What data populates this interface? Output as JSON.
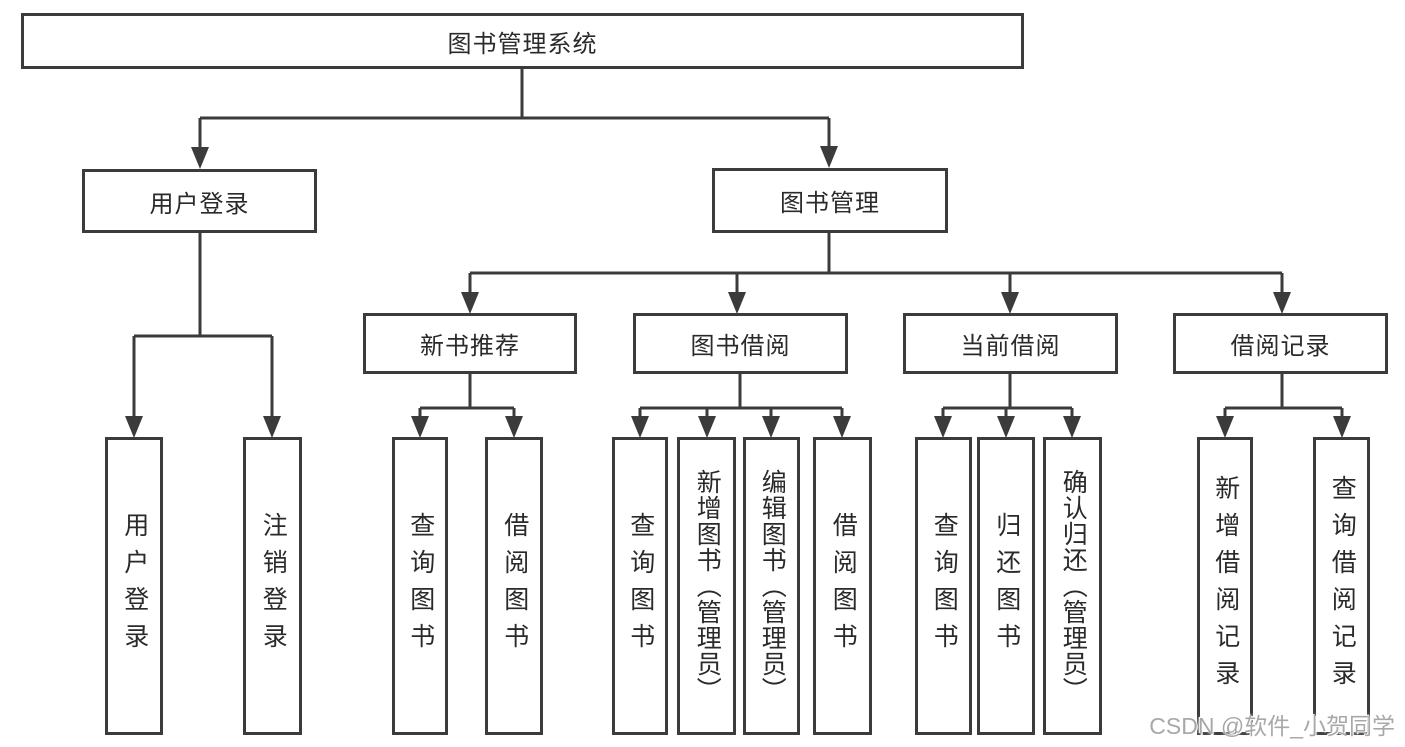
{
  "colors": {
    "border": "#3b3b3b",
    "line": "#3b3b3b",
    "text": "#2a2a2a",
    "background": "#ffffff",
    "watermark": "#a8a8a8"
  },
  "watermark": {
    "text": "CSDN @软件_小贺同学"
  },
  "diagram": {
    "type": "hierarchy-tree",
    "nodes": {
      "root": {
        "label": "图书管理系统"
      },
      "userLogin": {
        "label": "用户登录"
      },
      "bookMgmt": {
        "label": "图书管理"
      },
      "newBookRec": {
        "label": "新书推荐"
      },
      "bookBorrow": {
        "label": "图书借阅"
      },
      "currentBorrow": {
        "label": "当前借阅"
      },
      "borrowRecords": {
        "label": "借阅记录"
      },
      "leafUserLogin": {
        "label": "用户登录"
      },
      "leafLogout": {
        "label": "注销登录"
      },
      "leafQueryBooks1": {
        "label": "查询图书"
      },
      "leafBorrowBooks1": {
        "label": "借阅图书"
      },
      "leafQueryBooks2": {
        "label": "查询图书"
      },
      "leafAddBook": {
        "label": "新增图书（管理员）"
      },
      "leafEditBook": {
        "label": "编辑图书（管理员）"
      },
      "leafBorrowBooks2": {
        "label": "借阅图书"
      },
      "leafQueryBooks3": {
        "label": "查询图书"
      },
      "leafReturnBook": {
        "label": "归还图书"
      },
      "leafConfirmReturn": {
        "label": "确认归还（管理员）"
      },
      "leafAddRecord": {
        "label": "新增借阅记录"
      },
      "leafQueryRecord": {
        "label": "查询借阅记录"
      }
    },
    "structure": {
      "root": [
        "userLogin",
        "bookMgmt"
      ],
      "userLogin": [
        "leafUserLogin",
        "leafLogout"
      ],
      "bookMgmt": [
        "newBookRec",
        "bookBorrow",
        "currentBorrow",
        "borrowRecords"
      ],
      "newBookRec": [
        "leafQueryBooks1",
        "leafBorrowBooks1"
      ],
      "bookBorrow": [
        "leafQueryBooks2",
        "leafAddBook",
        "leafEditBook",
        "leafBorrowBooks2"
      ],
      "currentBorrow": [
        "leafQueryBooks3",
        "leafReturnBook",
        "leafConfirmReturn"
      ],
      "borrowRecords": [
        "leafAddRecord",
        "leafQueryRecord"
      ]
    }
  }
}
